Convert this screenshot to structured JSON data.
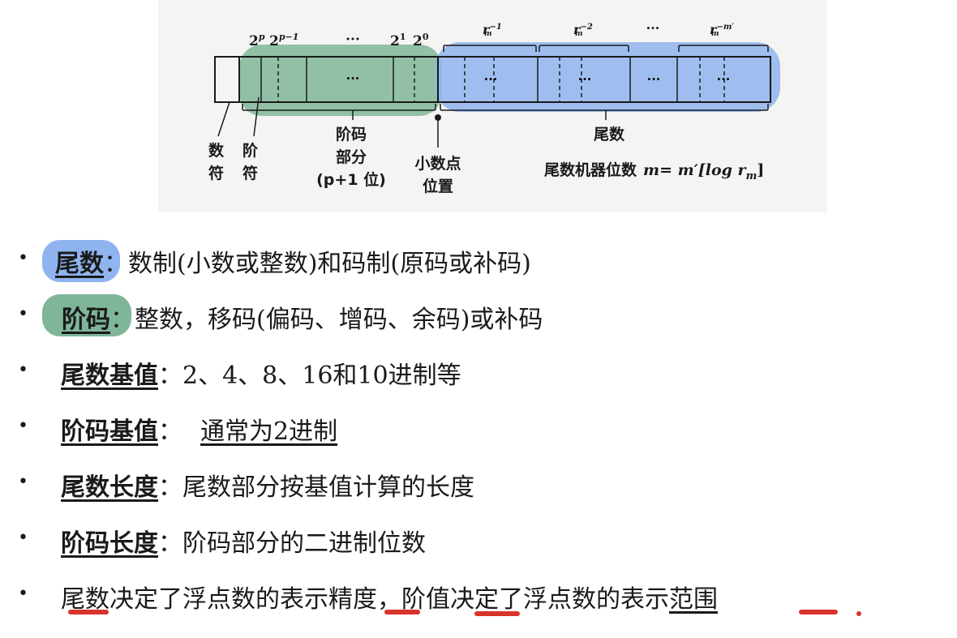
{
  "figure": {
    "exp_bits": {
      "b1": "2",
      "s1": "p",
      "b2": "2",
      "s2": "p−1",
      "dots": "···",
      "b3": "2",
      "s3": "1",
      "b4": "2",
      "s4": "0"
    },
    "mant_digits": {
      "r": "r",
      "m": "m",
      "e1": "−1",
      "e2": "−2",
      "dots": "···",
      "e3": "−m′"
    },
    "cell_dots": "···",
    "labels": {
      "sign_1": "数",
      "sign_2": "符",
      "exp_sign_1": "阶",
      "exp_sign_2": "符",
      "exp_part_1": "阶码",
      "exp_part_2": "部分",
      "exp_part_3": "(p+1 位)",
      "point_1": "小数点",
      "point_2": "位置",
      "mantissa": "尾数",
      "mant_bits_text": "尾数机器位数",
      "mant_bits_formula": "m= m′[log r",
      "mant_bits_sub": "m",
      "mant_bits_close": "]"
    }
  },
  "colors": {
    "green_highlight": "#7fb69a",
    "blue_highlight": "#8fb4ef",
    "red_ink": "#d9342b"
  },
  "bullets": [
    {
      "term": "尾数",
      "sep": "：",
      "text": "数制(小数或整数)和码制(原码或补码)"
    },
    {
      "term": "阶码",
      "sep": "：",
      "text": "整数，移码(偏码、增码、余码)或补码"
    },
    {
      "term": "尾数基值",
      "sep": "：",
      "text": "2、4、8、16和10进制等"
    },
    {
      "term": "阶码基值",
      "sep": "：",
      "text": "通常为2进制"
    },
    {
      "term": "尾数长度",
      "sep": "：",
      "text": "尾数部分按基值计算的长度"
    },
    {
      "term": "阶码长度",
      "sep": "：",
      "text": "阶码部分的二进制位数"
    }
  ],
  "last_bullet": {
    "a": "尾数",
    "b": "决定了浮点数的表示",
    "c": "精度",
    "d": "，",
    "e": "阶值",
    "f": "决定了浮点数的表示",
    "g": "范围"
  }
}
